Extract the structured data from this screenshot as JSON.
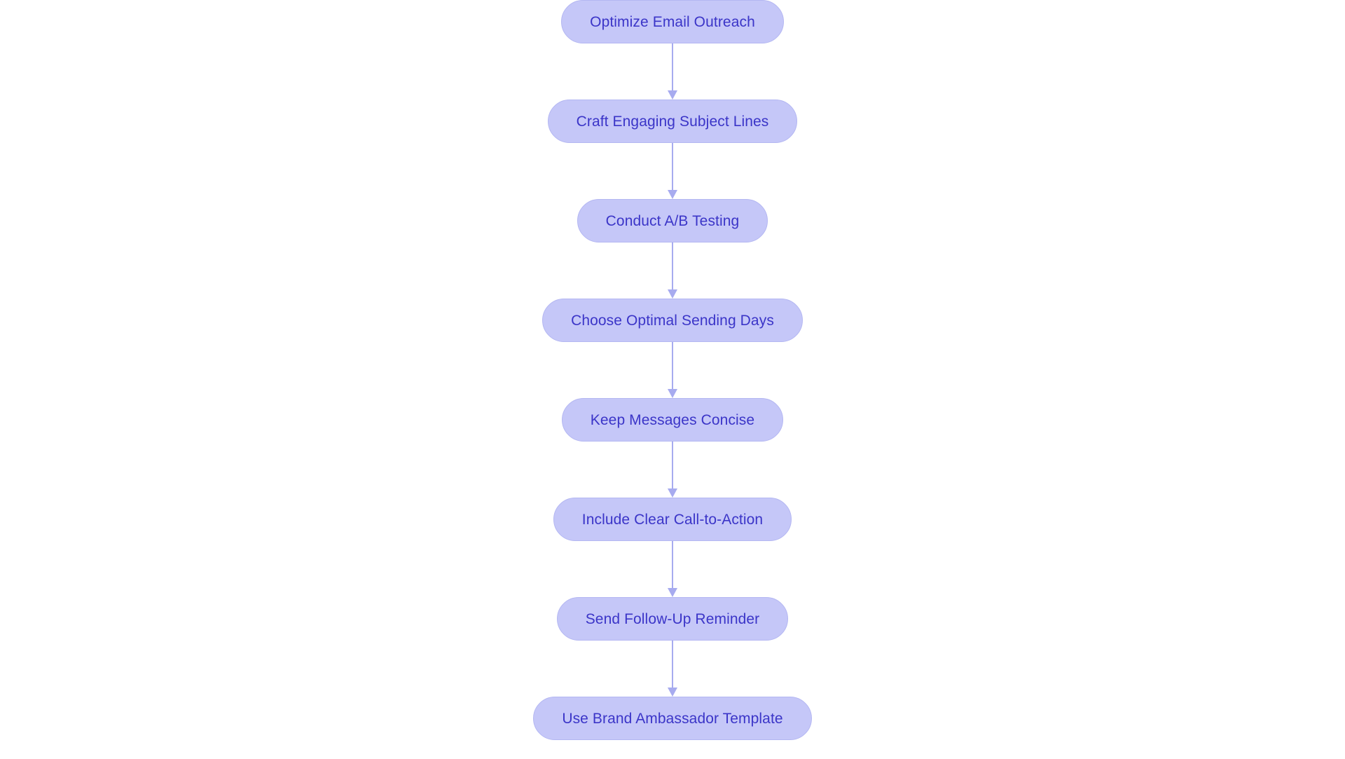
{
  "diagram": {
    "type": "flowchart",
    "orientation": "vertical-top-to-bottom",
    "background_color": "#ffffff",
    "node_fill_color": "#c5c7f8",
    "node_border_color": "#b4b7f2",
    "node_text_color": "#3b35c8",
    "connector_color": "#a7abef",
    "node_shape": "pill",
    "nodes": [
      {
        "id": "n1",
        "label": "Optimize Email Outreach"
      },
      {
        "id": "n2",
        "label": "Craft Engaging Subject Lines"
      },
      {
        "id": "n3",
        "label": "Conduct A/B Testing"
      },
      {
        "id": "n4",
        "label": "Choose Optimal Sending Days"
      },
      {
        "id": "n5",
        "label": "Keep Messages Concise"
      },
      {
        "id": "n6",
        "label": "Include Clear Call-to-Action"
      },
      {
        "id": "n7",
        "label": "Send Follow-Up Reminder"
      },
      {
        "id": "n8",
        "label": "Use Brand Ambassador Template"
      }
    ],
    "edges": [
      {
        "from": "n1",
        "to": "n2",
        "arrow": "down-arrow-icon",
        "label": ""
      },
      {
        "from": "n2",
        "to": "n3",
        "arrow": "down-arrow-icon",
        "label": ""
      },
      {
        "from": "n3",
        "to": "n4",
        "arrow": "down-arrow-icon",
        "label": ""
      },
      {
        "from": "n4",
        "to": "n5",
        "arrow": "down-arrow-icon",
        "label": ""
      },
      {
        "from": "n5",
        "to": "n6",
        "arrow": "down-arrow-icon",
        "label": ""
      },
      {
        "from": "n6",
        "to": "n7",
        "arrow": "down-arrow-icon",
        "label": ""
      },
      {
        "from": "n7",
        "to": "n8",
        "arrow": "down-arrow-icon",
        "label": ""
      }
    ]
  }
}
